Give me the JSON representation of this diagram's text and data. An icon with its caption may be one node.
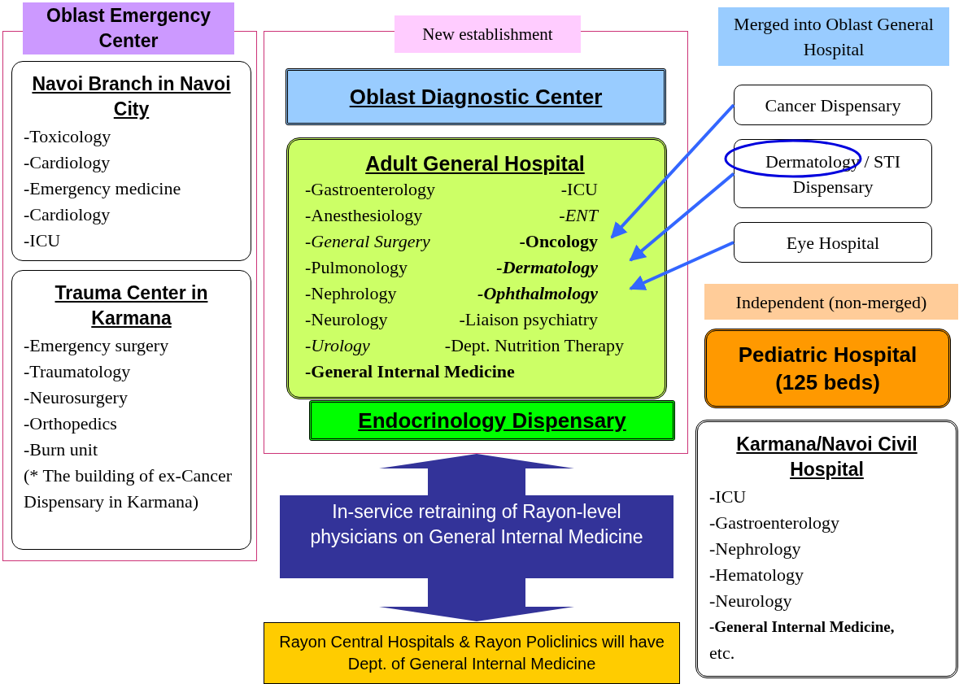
{
  "diagram": {
    "nodes": [
      {
        "text": [
          "Oblast Emergency Center"
        ]
      },
      {
        "text": [
          "Navoi Branch in Navoi City",
          "-Toxicology",
          "-Cardiology",
          "-Emergency medicine",
          "-Cardiology",
          "-ICU"
        ],
        "in": 0
      },
      {
        "text": [
          "Trauma Center in Karmana",
          "-Emergency surgery",
          "-Traumatology",
          "-Neurosurgery",
          "-Orthopedics",
          "-Burn unit",
          "(* The building of ex-Cancer Dispensary in Karmana)"
        ],
        "in": 0
      },
      {
        "text": [
          "New establishment"
        ]
      },
      {
        "text": [
          "Oblast Diagnostic Center"
        ],
        "in": 3
      },
      {
        "text": [
          "Adult General Hospital",
          "-Gastroenterology",
          "-ICU",
          "-Anesthesiology",
          "-ENT",
          "-*General Surgery*",
          "-Oncology",
          "-Pulmonology",
          "-Dermatology",
          "-Nephrology",
          "-Ophthalmology",
          "-Neurology",
          "-Liaison psychiatry",
          "-*Urology*",
          "-Dept. Nutrition Therapy",
          "-General Internal Medicine"
        ],
        "in": 3
      },
      {
        "text": [
          "Endocrinology Dispensary"
        ],
        "in": 3
      },
      {
        "text": [
          "Merged into Oblast General Hospital"
        ]
      },
      {
        "text": [
          "Cancer Dispensary"
        ]
      },
      {
        "text": [
          "Dermatology / STI Dispensary"
        ]
      },
      {
        "text": [
          "Eye Hospital"
        ]
      },
      {
        "text": [
          "Independent (non-merged)"
        ]
      },
      {
        "text": [
          "Pediatric Hospital (125 beds)"
        ]
      },
      {
        "text": [
          "Karmana/Navoi Civil Hospital",
          "-ICU",
          "-Gastroenterology",
          "-Nephrology",
          "-Hematology",
          "-Neurology",
          "-General Internal Medicine,",
          "etc."
        ]
      },
      {
        "text": [
          "In-service retraining of Rayon-level physicians on General Internal Medicine"
        ]
      },
      {
        "text": [
          "Rayon Central Hospitals & Rayon Policlinics will have Dept. of General Internal Medicine"
        ]
      }
    ],
    "edges": [
      {
        "from": 8,
        "to": 5,
        "arrow": "to"
      },
      {
        "from": 9,
        "to": 5,
        "arrow": "to"
      },
      {
        "from": 10,
        "to": 5,
        "arrow": "to"
      },
      {
        "from": 14,
        "to": 3,
        "arrow": "to",
        "style": "thick",
        "color": "#333399"
      },
      {
        "from": 14,
        "to": 15,
        "arrow": "to",
        "style": "thick",
        "color": "#333399"
      }
    ]
  }
}
